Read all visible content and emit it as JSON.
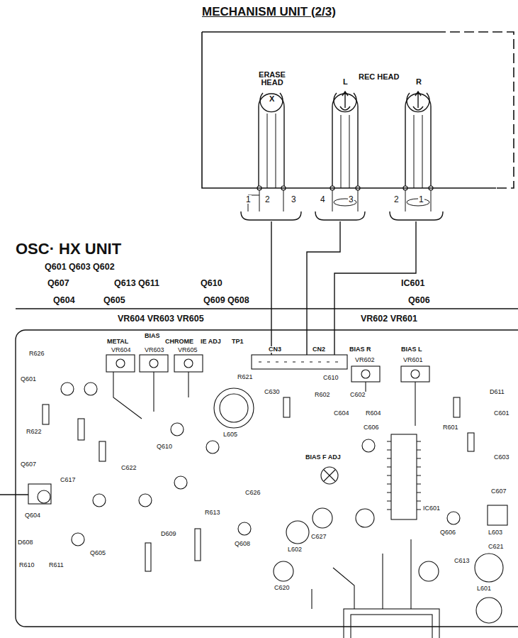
{
  "diagram": {
    "nodes": [
      {
        "text": [
          "MECHANISM UNIT (2/3)"
        ]
      },
      {
        "text": [
          "OSC· HX UNIT"
        ]
      }
    ],
    "edges": [
      {
        "from": 0,
        "to": 1,
        "arrow": "none"
      },
      {
        "from": 0,
        "to": 1,
        "arrow": "none"
      },
      {
        "from": 0,
        "to": 1,
        "arrow": "none"
      }
    ],
    "labels": [
      "ERASE HEAD",
      "REC HEAD",
      "X",
      "L",
      "R",
      "1",
      "2",
      "3",
      "4",
      "3",
      "2",
      "1",
      "Q601 Q603 Q602",
      "Q607",
      "Q613 Q611",
      "Q610",
      "IC601",
      "Q604",
      "Q605",
      "Q609 Q608",
      "Q606",
      "VR604 VR603 VR605",
      "VR602 VR601",
      "METAL",
      "BIAS",
      "CHROME",
      "IE ADJ",
      "TP1",
      "CN3",
      "CN2",
      "BIAS R",
      "BIAS L",
      "VR604",
      "VR603",
      "VR605",
      "VR602",
      "VR601",
      "R626",
      "R622",
      "Q601",
      "C630",
      "R621",
      "C610",
      "R602",
      "C602",
      "C604",
      "R604",
      "C606",
      "BIAS F ADJ",
      "L605",
      "IC601",
      "L602",
      "L603",
      "L601",
      "C617",
      "Q604",
      "D608",
      "R610",
      "R611",
      "Q605",
      "C622",
      "C620",
      "C621",
      "Q608",
      "Q606",
      "D611",
      "C601",
      "R601",
      "C603",
      "C607",
      "C613",
      "Q607",
      "C627",
      "C626",
      "D609",
      "R613",
      "Q610"
    ]
  }
}
